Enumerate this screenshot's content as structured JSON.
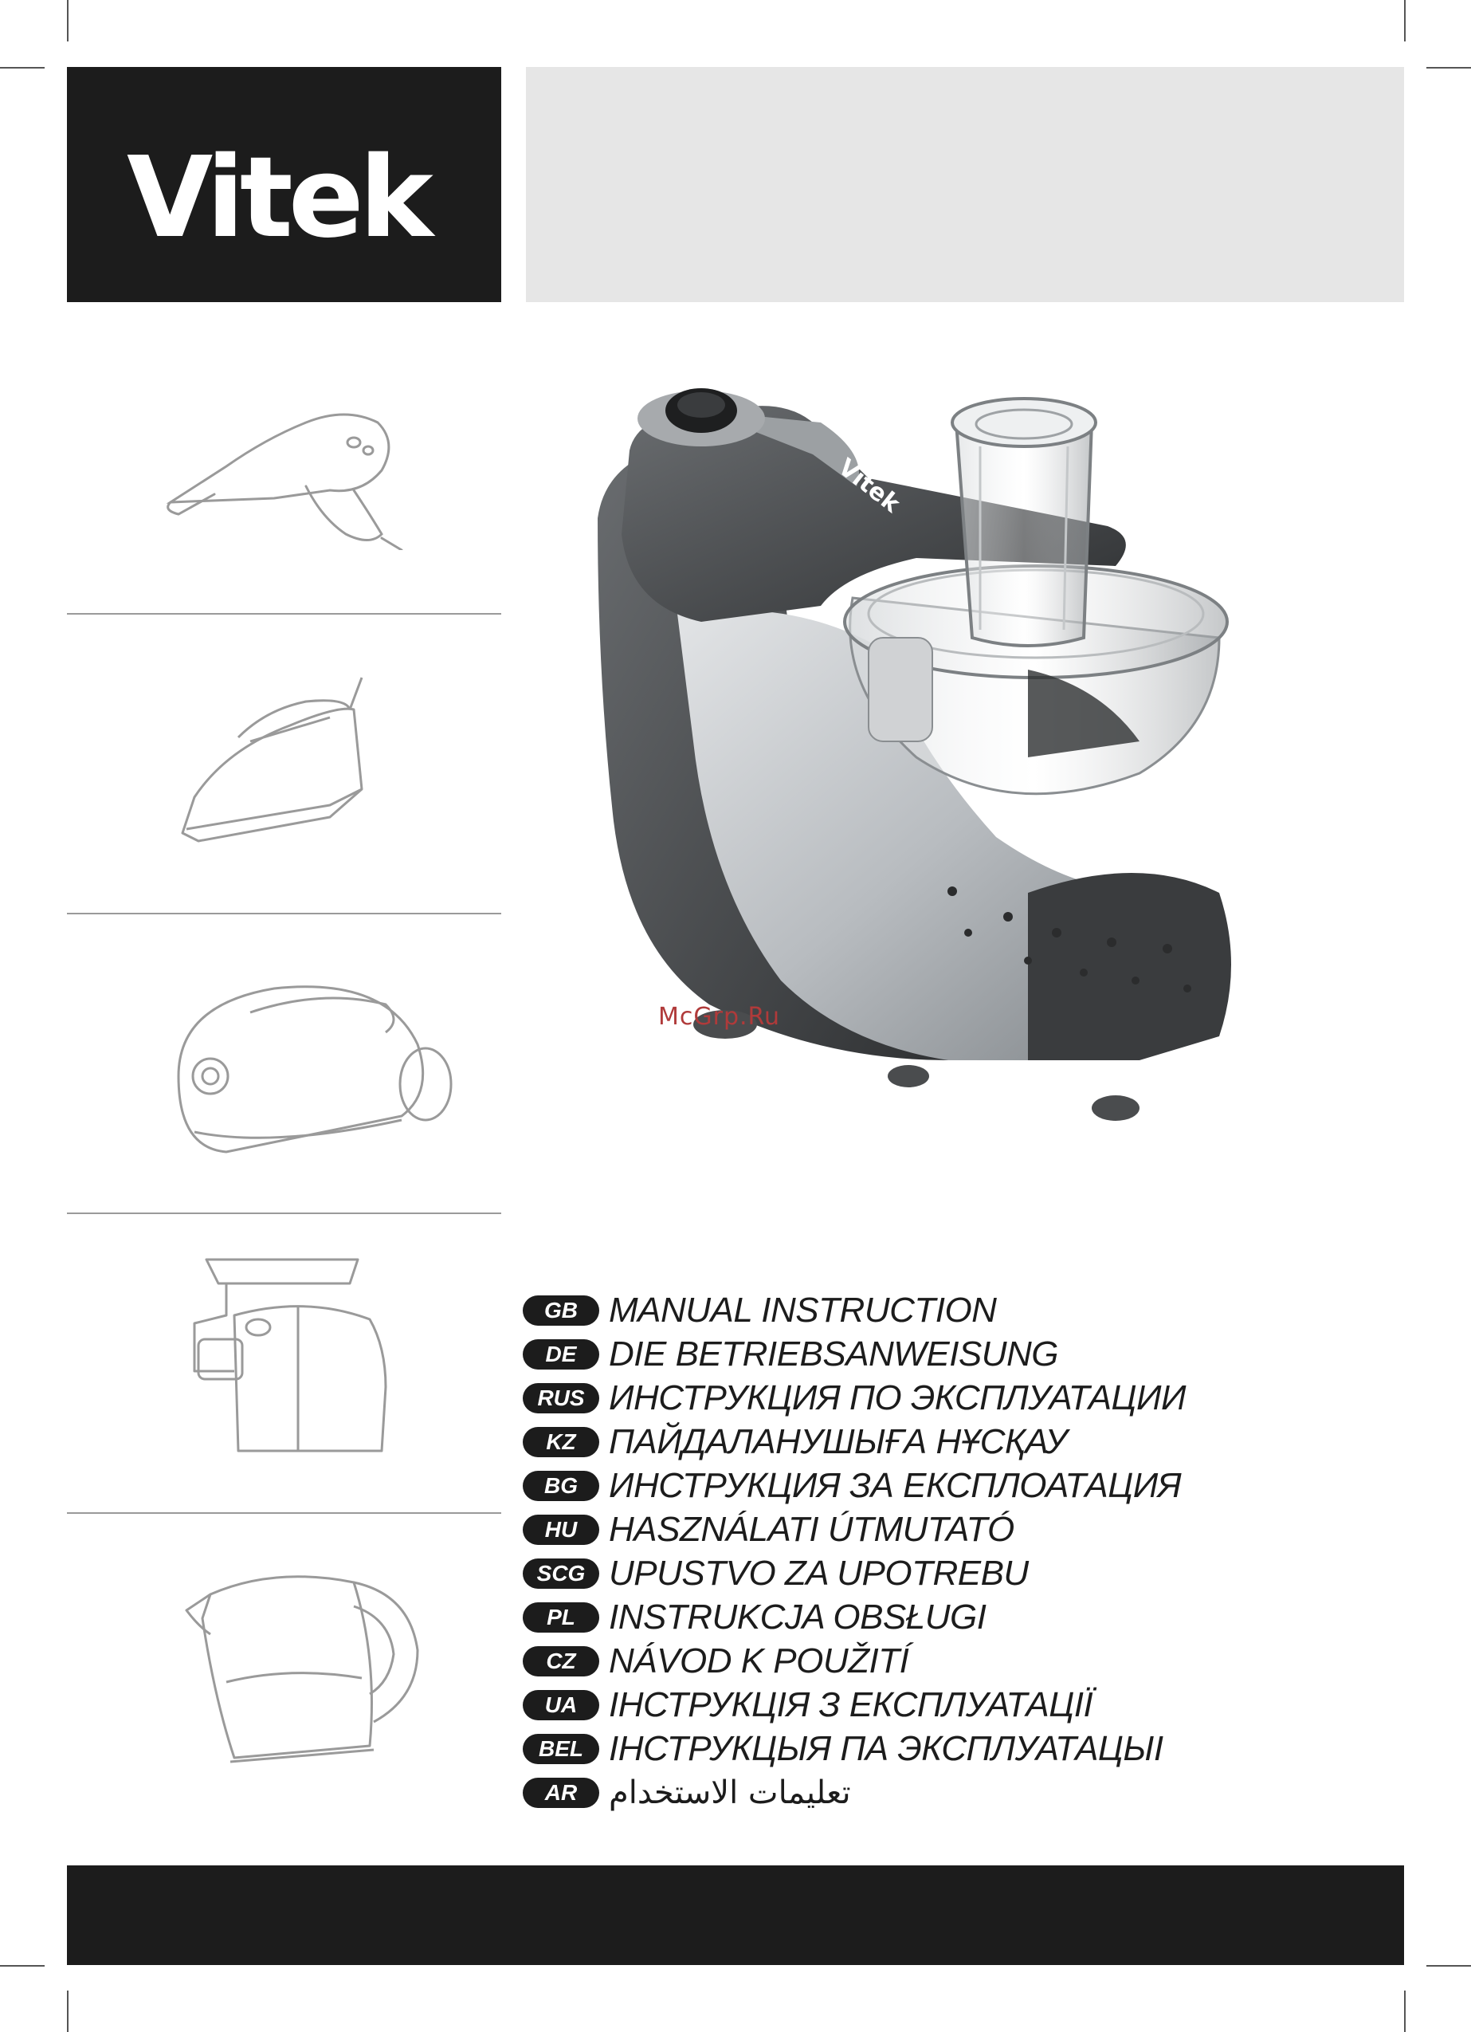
{
  "brand": {
    "logo_text": "Vitek"
  },
  "thumbnails": [
    {
      "icon": "hair-dryer-icon"
    },
    {
      "icon": "iron-icon"
    },
    {
      "icon": "vacuum-cleaner-icon"
    },
    {
      "icon": "meat-grinder-icon"
    },
    {
      "icon": "kettle-icon"
    }
  ],
  "product": {
    "icon": "food-processor-icon",
    "body_label": "Vitek"
  },
  "watermark": "McGrp.Ru",
  "languages": [
    {
      "code": "GB",
      "title": "MANUAL INSTRUCTION"
    },
    {
      "code": "DE",
      "title": "DIE BETRIEBSANWEISUNG"
    },
    {
      "code": "RUS",
      "title": "ИНСТРУКЦИЯ ПО ЭКСПЛУАТАЦИИ"
    },
    {
      "code": "KZ",
      "title": "ПАЙДАЛАНУШЫҒА НҰСҚАУ"
    },
    {
      "code": "BG",
      "title": "ИНСТРУКЦИЯ ЗА ЕКСПЛОАТАЦИЯ"
    },
    {
      "code": "HU",
      "title": "HASZNÁLATI ÚTMUTATÓ"
    },
    {
      "code": "SCG",
      "title": "UPUSTVO ZA UPOTREBU"
    },
    {
      "code": "PL",
      "title": "INSTRUKCJA OBSŁUGI"
    },
    {
      "code": "CZ",
      "title": "NÁVOD K POUŽITÍ"
    },
    {
      "code": "UA",
      "title": "ІНСТРУКЦІЯ З ЕКСПЛУАТАЦІЇ"
    },
    {
      "code": "BEL",
      "title": "ІНСТРУКЦЫЯ ПА ЭКСПЛУАТАЦЫІ"
    },
    {
      "code": "AR",
      "title": "تعليمات الاستخدام"
    }
  ],
  "colors": {
    "dark": "#1c1c1c",
    "panel_grey": "#e6e6e6",
    "watermark": "#b03a3a"
  }
}
